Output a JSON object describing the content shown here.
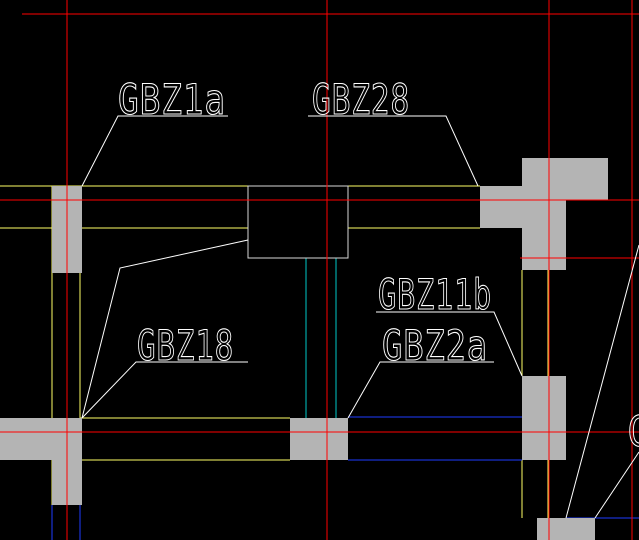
{
  "labels": {
    "gbz1a": "GBZ1a",
    "gbz28": "GBZ28",
    "gbz11b": "GBZ11b",
    "gbz18": "GBZ18",
    "gbz2a": "GBZ2a",
    "partial": "G"
  },
  "colors": {
    "background": "#000000",
    "axis": "#ff0000",
    "wall": "#ffff66",
    "column_fill": "#b4b4b4",
    "leader": "#ffffff",
    "beam_blue": "#1e3cff",
    "beam_cyan": "#00c8c8"
  }
}
